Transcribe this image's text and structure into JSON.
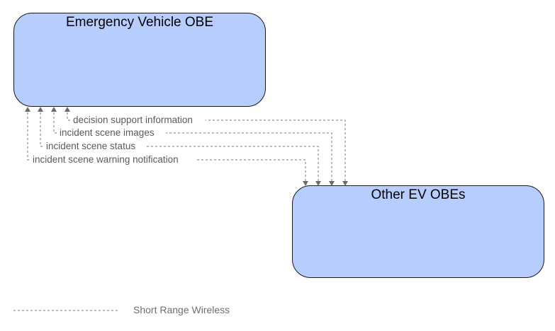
{
  "nodes": {
    "ev_obe": {
      "title": "Emergency Vehicle OBE"
    },
    "other_ev": {
      "title": "Other EV OBEs"
    }
  },
  "flows": [
    {
      "label": "decision support information",
      "from": "Other EV OBEs",
      "to": "Emergency Vehicle OBE"
    },
    {
      "label": "incident scene images",
      "from": "Other EV OBEs",
      "to": "Emergency Vehicle OBE"
    },
    {
      "label": "incident scene status",
      "from": "Other EV OBEs",
      "to": "Emergency Vehicle OBE"
    },
    {
      "label": "incident scene warning notification",
      "from": "Other EV OBEs",
      "to": "Emergency Vehicle OBE"
    }
  ],
  "legend": {
    "label": "Short Range Wireless"
  },
  "colors": {
    "node_fill": "#b7cdfd",
    "node_border": "#1a1a1a",
    "flow_line": "#7a7a7a",
    "label_text": "#5a5a5a"
  }
}
